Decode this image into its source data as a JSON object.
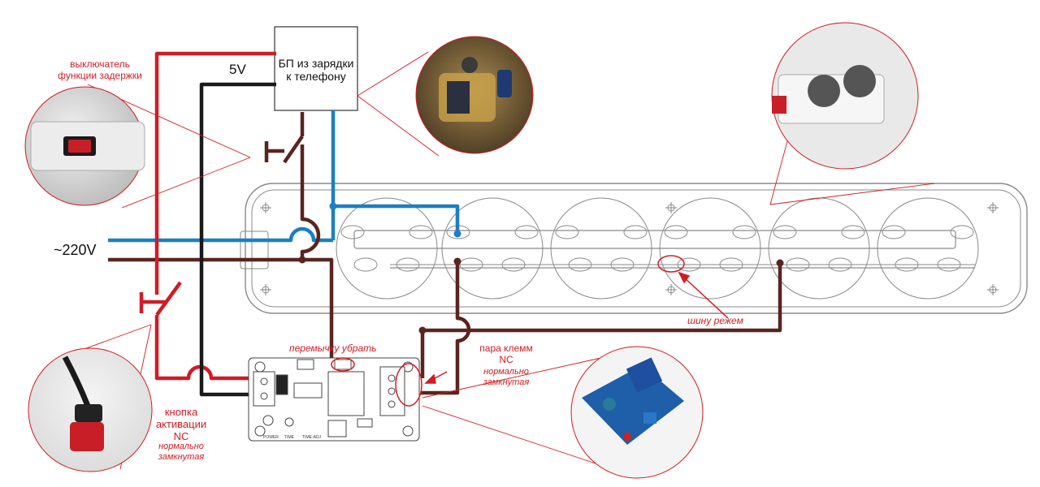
{
  "labels": {
    "power_supply": [
      "БП из зарядки",
      "к телефону"
    ],
    "voltage_5v": "5V",
    "mains": "~220V",
    "delay_switch": [
      "выключатель",
      "функции задержки"
    ],
    "activation_button": [
      "кнопка",
      "активации",
      "NC"
    ],
    "activation_button_nc": [
      "нормально",
      "замкнутая"
    ],
    "remove_jumper": "перемычку убрать",
    "terminal_pair": [
      "пара клемм",
      "NC"
    ],
    "terminal_pair_nc": [
      "нормально",
      "замкнутая"
    ],
    "cut_bus": "шину режем",
    "relay_board_silk": [
      "POWER",
      "TIME",
      "TIME-ADJ"
    ]
  },
  "colors": {
    "red_wire": "#d01c24",
    "black_wire": "#1a1a1a",
    "blue_wire": "#1b7fc4",
    "brown_wire": "#5a2420",
    "annotation": "#d01c24"
  },
  "icons": {
    "power_strip": "power-strip-outline",
    "relay_board": "relay-module-outline",
    "photo_charger": "charger-pcb-photo",
    "photo_strip": "power-strip-switch-photo",
    "photo_switch": "rocker-switch-photo",
    "photo_button": "push-button-photo",
    "photo_relay": "relay-module-photo"
  }
}
